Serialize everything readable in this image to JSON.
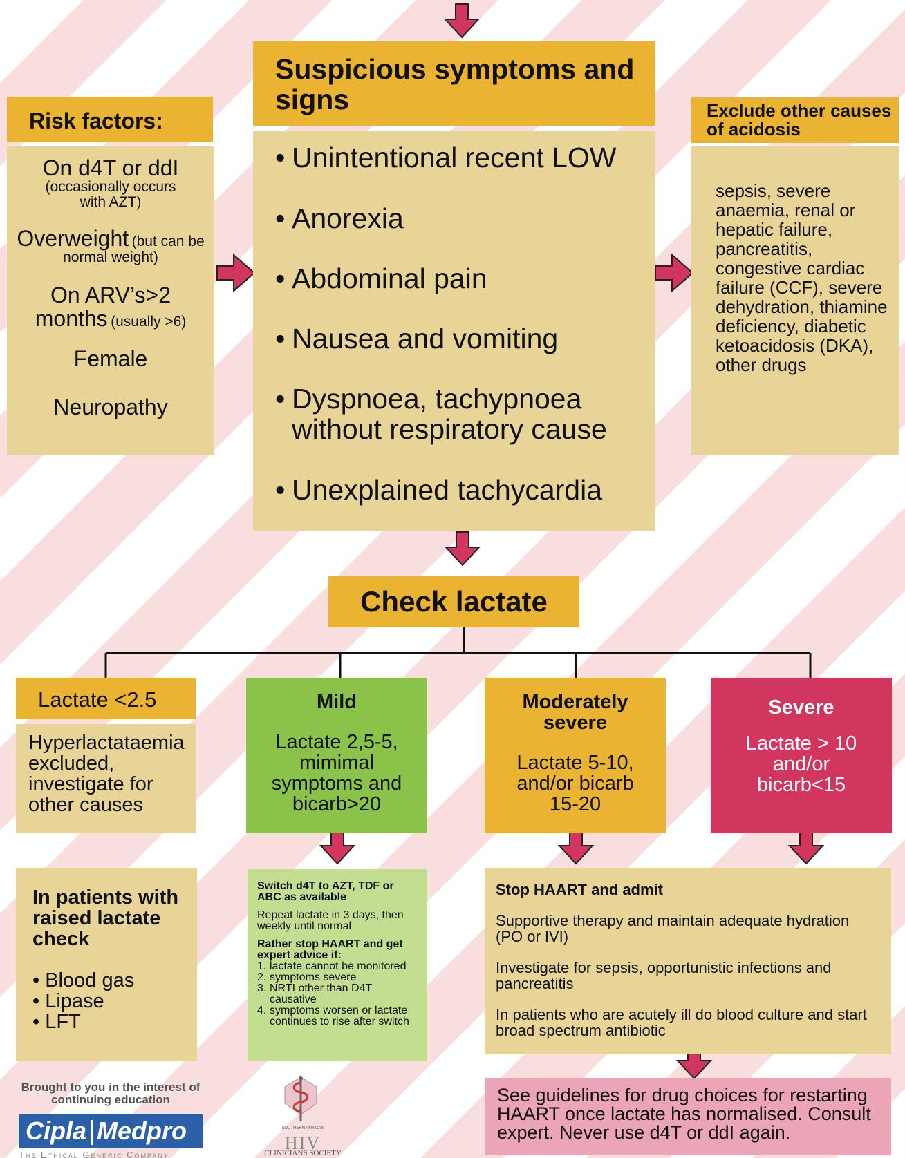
{
  "risk_factors": {
    "title": "Risk factors:",
    "items": [
      {
        "main": "On d4T or ddI",
        "note": "(occasionally occurs with AZT)"
      },
      {
        "main": "Overweight",
        "note": "(but can be normal weight)"
      },
      {
        "main": "On ARV’s>2 months",
        "note": "(usually >6)"
      },
      {
        "main": "Female",
        "note": ""
      },
      {
        "main": "Neuropathy",
        "note": ""
      }
    ]
  },
  "suspicious": {
    "title": "Suspicious symptoms and signs",
    "items": [
      "Unintentional recent LOW",
      "Anorexia",
      "Abdominal pain",
      "Nausea and vomiting",
      "Dyspnoea, tachypnoea without respiratory cause",
      "Unexplained tachycardia"
    ]
  },
  "exclude": {
    "title": "Exclude other causes of acidosis",
    "body": "sepsis, severe anaemia, renal or hepatic failure, pancreatitis, congestive cardiac failure (CCF), severe dehydration, thiamine deficiency, diabetic ketoacidosis (DKA), other drugs"
  },
  "check_lactate": "Check lactate",
  "levels": {
    "low": {
      "title": "Lactate <2.5",
      "body": "Hyperlactataemia excluded, investigate for other causes"
    },
    "mild": {
      "title": "Mild",
      "body": "Lactate 2,5-5, mimimal symptoms and bicarb>20"
    },
    "moderate": {
      "title": "Moderately severe",
      "body": "Lactate 5-10, and/or bicarb 15-20"
    },
    "severe": {
      "title": "Severe",
      "body": "Lactate > 10 and/or bicarb<15"
    }
  },
  "raised": {
    "title": "In patients with raised lactate check",
    "items": [
      "Blood gas",
      "Lipase",
      "LFT"
    ]
  },
  "mild_action": {
    "switch": "Switch d4T to AZT, TDF or ABC as available",
    "repeat": "Repeat lactate in 3 days, then weekly until normal",
    "stop_title": "Rather stop HAART and get expert advice if:",
    "stop_items": [
      "lactate cannot be monitored",
      "symptoms severe",
      "NRTI other than D4T causative",
      "symptoms worsen  or lactate continues to rise after switch"
    ]
  },
  "stop_action": {
    "title": "Stop HAART and admit",
    "items": [
      "Supportive therapy and maintain adequate hydration (PO or IVI)",
      "Investigate for sepsis, opportunistic infections and pancreatitis",
      "In patients who are acutely ill do blood culture and start broad spectrum antibiotic"
    ]
  },
  "guidelines": "See guidelines for drug choices for restarting HAART once lactate has normalised. Consult expert. Never use d4T or ddI again.",
  "footer": {
    "brought": "Brought to you in the interest of continuing education",
    "cipla_left": "Cipla",
    "cipla_right": "Medpro",
    "tagline": "The Ethical Generic Company",
    "sahcs_small": "SOUTHERN AFRICAN",
    "sahcs_hiv": "HIV",
    "sahcs_name": "CLINICIANS SOCIETY"
  },
  "colors": {
    "orange": "#eab331",
    "tan": "#e8d497",
    "green": "#8bc34a",
    "light_green": "#c4de91",
    "severe_red": "#d2365f",
    "pink": "#eba5b7",
    "arrow": "#d2365f"
  }
}
